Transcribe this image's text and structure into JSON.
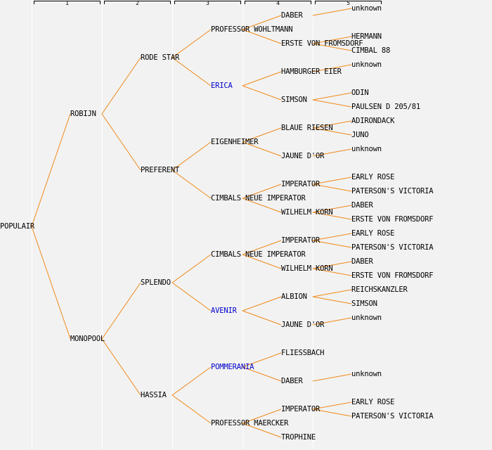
{
  "diagram": {
    "type": "pedigree-tree",
    "colors": {
      "edge": "#f08a1a",
      "highlight": "#0000cc",
      "text": "#000000",
      "background": "#f2f2f2",
      "divider": "#ffffff"
    },
    "generation_labels": [
      "1",
      "2",
      "3",
      "4",
      "5"
    ],
    "root": {
      "name": "POPULAIR",
      "children": [
        {
          "name": "ROBIJN",
          "children": [
            {
              "name": "RODE STAR",
              "children": [
                {
                  "name": "PROFESSOR WOHLTMANN",
                  "children": [
                    {
                      "name": "DABER",
                      "children": [
                        {
                          "name": "unknown"
                        }
                      ]
                    },
                    {
                      "name": "ERSTE VON FROMSDORF",
                      "children": [
                        {
                          "name": "HERMANN"
                        },
                        {
                          "name": "CIMBAL 88"
                        }
                      ]
                    }
                  ]
                },
                {
                  "name": "ERICA",
                  "highlight": true,
                  "children": [
                    {
                      "name": "HAMBURGER EIER",
                      "children": [
                        {
                          "name": "unknown"
                        }
                      ]
                    },
                    {
                      "name": "SIMSON",
                      "children": [
                        {
                          "name": "ODIN"
                        },
                        {
                          "name": "PAULSEN D 205/81"
                        }
                      ]
                    }
                  ]
                }
              ]
            },
            {
              "name": "PREFERENT",
              "children": [
                {
                  "name": "EIGENHEIMER",
                  "children": [
                    {
                      "name": "BLAUE RIESEN",
                      "children": [
                        {
                          "name": "ADIRONDACK"
                        },
                        {
                          "name": "JUNO"
                        }
                      ]
                    },
                    {
                      "name": "JAUNE D'OR",
                      "children": [
                        {
                          "name": "unknown"
                        }
                      ]
                    }
                  ]
                },
                {
                  "name": "CIMBALS NEUE IMPERATOR",
                  "children": [
                    {
                      "name": "IMPERATOR",
                      "children": [
                        {
                          "name": "EARLY ROSE"
                        },
                        {
                          "name": "PATERSON'S VICTORIA"
                        }
                      ]
                    },
                    {
                      "name": "WILHELM KORN",
                      "children": [
                        {
                          "name": "DABER"
                        },
                        {
                          "name": "ERSTE VON FROMSDORF"
                        }
                      ]
                    }
                  ]
                }
              ]
            }
          ]
        },
        {
          "name": "MONOPOOL",
          "children": [
            {
              "name": "SPLENDO",
              "children": [
                {
                  "name": "CIMBALS NEUE IMPERATOR",
                  "children": [
                    {
                      "name": "IMPERATOR",
                      "children": [
                        {
                          "name": "EARLY ROSE"
                        },
                        {
                          "name": "PATERSON'S VICTORIA"
                        }
                      ]
                    },
                    {
                      "name": "WILHELM KORN",
                      "children": [
                        {
                          "name": "DABER"
                        },
                        {
                          "name": "ERSTE VON FROMSDORF"
                        }
                      ]
                    }
                  ]
                },
                {
                  "name": "AVENIR",
                  "highlight": true,
                  "children": [
                    {
                      "name": "ALBION",
                      "children": [
                        {
                          "name": "REICHSKANZLER"
                        },
                        {
                          "name": "SIMSON"
                        }
                      ]
                    },
                    {
                      "name": "JAUNE D'OR",
                      "children": [
                        {
                          "name": "unknown"
                        }
                      ]
                    }
                  ]
                }
              ]
            },
            {
              "name": "HASSIA",
              "children": [
                {
                  "name": "POMMERANIA",
                  "highlight": true,
                  "children": [
                    {
                      "name": "FLIESSBACH"
                    },
                    {
                      "name": "DABER",
                      "children": [
                        {
                          "name": "unknown"
                        }
                      ]
                    }
                  ]
                },
                {
                  "name": "PROFESSOR MAERCKER",
                  "children": [
                    {
                      "name": "IMPERATOR",
                      "children": [
                        {
                          "name": "EARLY ROSE"
                        },
                        {
                          "name": "PATERSON'S VICTORIA"
                        }
                      ]
                    },
                    {
                      "name": "TROPHINE"
                    }
                  ]
                }
              ]
            }
          ]
        }
      ]
    }
  }
}
